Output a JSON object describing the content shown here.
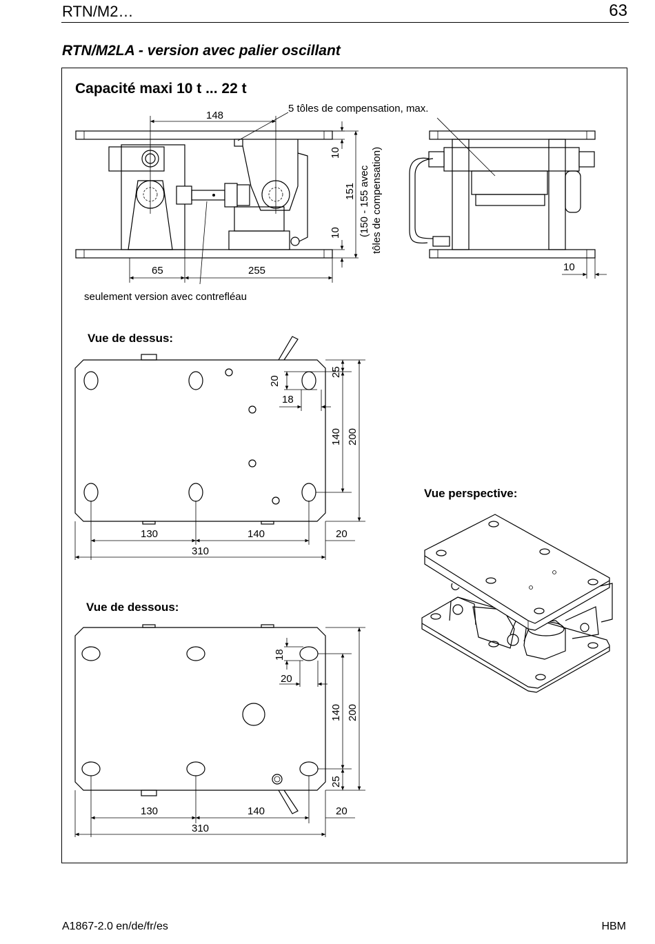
{
  "header": {
    "left": "RTN/M2…",
    "page_number": "63"
  },
  "section_title": "RTN/M2LA - version avec palier oscillant",
  "capacity_title": "Capacité maxi 10 t ... 22 t",
  "side_view": {
    "note_shims": "5 tôles de compensation, max.",
    "note_counterbearing": "seulement version avec contrefléau",
    "dim_148": "148",
    "dim_10_top": "10",
    "dim_151": "151",
    "dim_10_bottom": "10",
    "note_height_1": "(150 - 155 avec",
    "note_height_2": "tôles de compensation)",
    "dim_65": "65",
    "dim_255": "255",
    "dim_right_10": "10"
  },
  "top_view": {
    "title": "Vue de dessus:",
    "dim_25": "25",
    "dim_20": "20",
    "dim_18": "18",
    "dim_140_v": "140",
    "dim_200_v": "200",
    "dim_130": "130",
    "dim_140_h": "140",
    "dim_20_h": "20",
    "dim_310": "310"
  },
  "bottom_view": {
    "title": "Vue de dessous:",
    "dim_18": "18",
    "dim_20": "20",
    "dim_140_v": "140",
    "dim_200_v": "200",
    "dim_25": "25",
    "dim_130": "130",
    "dim_140_h": "140",
    "dim_20_h": "20",
    "dim_310": "310"
  },
  "perspective_view": {
    "title": "Vue perspective:"
  },
  "footer": {
    "left": "A1867-2.0 en/de/fr/es",
    "right": "HBM"
  }
}
